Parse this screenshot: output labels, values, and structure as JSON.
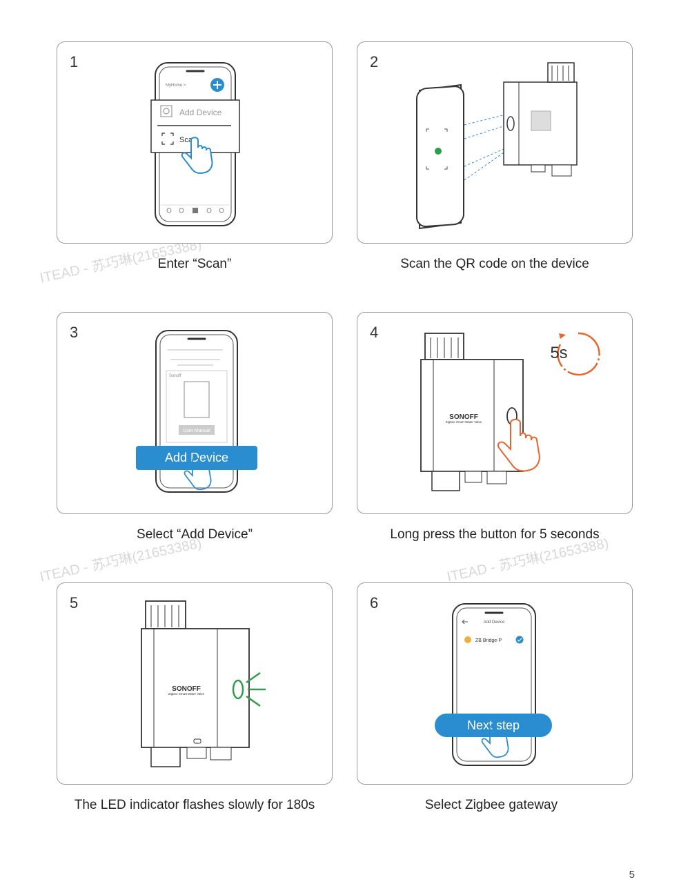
{
  "steps": [
    {
      "number": "1",
      "caption": "Enter “Scan”",
      "phone": {
        "home": "MyHome >",
        "menu_add": "Add Device",
        "menu_scan": "Scan"
      }
    },
    {
      "number": "2",
      "caption": "Scan the QR code on the device"
    },
    {
      "number": "3",
      "caption": "Select “Add Device”",
      "phone": {
        "brand": "Sonoff",
        "manual_label": "User Manual",
        "button": "Add Device"
      }
    },
    {
      "number": "4",
      "caption": "Long press the button for 5 seconds",
      "timer": "5s",
      "device_brand": "SONOFF",
      "device_name": "Zigbee Smart Water Valve"
    },
    {
      "number": "5",
      "caption": "The LED indicator flashes slowly for 180s",
      "device_brand": "SONOFF",
      "device_name": "Zigbee Smart Water Valve"
    },
    {
      "number": "6",
      "caption": "Select Zigbee gateway",
      "phone": {
        "title": "Add Device",
        "gateway": "ZB Bridge-P",
        "button": "Next step"
      }
    }
  ],
  "page_number": "5",
  "watermarks": [
    "ITEAD - 苏巧琳(21653388)",
    "ITEAD - 苏巧琳(21653388)",
    "ITEAD - 苏巧琳(21653388)"
  ],
  "colors": {
    "accent_blue": "#2a8dd0",
    "accent_orange": "#e8642c",
    "led_green": "#2e9e4a",
    "panel_border": "#9a9a9a"
  }
}
